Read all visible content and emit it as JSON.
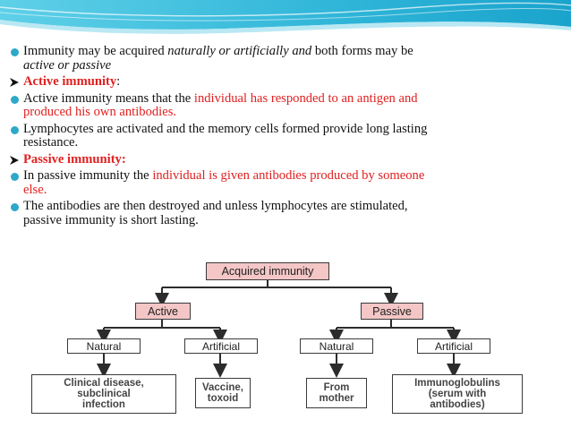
{
  "bullets": [
    {
      "type": "dot",
      "segments": [
        {
          "text": "Immunity may be acquired ",
          "style": ""
        },
        {
          "text": "naturally or artificially and",
          "style": "it"
        },
        {
          "text": " both forms may be",
          "style": ""
        }
      ],
      "line2": [
        {
          "text": "active or passive",
          "style": "it"
        }
      ]
    },
    {
      "type": "arrow",
      "segments": [
        {
          "text": "Active immunity",
          "style": "red bold"
        },
        {
          "text": ":",
          "style": ""
        }
      ]
    },
    {
      "type": "dot",
      "segments": [
        {
          "text": "Active immunity means that the ",
          "style": ""
        },
        {
          "text": "individual has responded to an antigen and",
          "style": "red"
        }
      ],
      "line2": [
        {
          "text": "produced his own antibodies.",
          "style": "red"
        }
      ]
    },
    {
      "type": "dot",
      "segments": [
        {
          "text": "Lymphocytes are activated and the memory cells formed provide long lasting",
          "style": ""
        }
      ],
      "line2": [
        {
          "text": "resistance.",
          "style": ""
        }
      ]
    },
    {
      "type": "arrow",
      "segments": [
        {
          "text": "Passive immunity:",
          "style": "red bold"
        }
      ]
    },
    {
      "type": "dot",
      "segments": [
        {
          "text": "In passive immunity the ",
          "style": ""
        },
        {
          "text": "individual is given antibodies produced by someone",
          "style": "red"
        }
      ],
      "line2": [
        {
          "text": "else.",
          "style": "red"
        }
      ]
    },
    {
      "type": "dot",
      "segments": [
        {
          "text": "The antibodies are then destroyed and unless lymphocytes are stimulated,",
          "style": ""
        }
      ],
      "line2": [
        {
          "text": "passive immunity is short lasting.",
          "style": ""
        }
      ]
    }
  ],
  "diagram": {
    "root": "Acquired immunity",
    "active": "Active",
    "passive": "Passive",
    "natural_1": "Natural",
    "artificial_1": "Artificial",
    "natural_2": "Natural",
    "artificial_2": "Artificial",
    "leaf_1": [
      "Clinical disease,",
      "subclinical",
      "infection"
    ],
    "leaf_2": [
      "Vaccine,",
      "toxoid"
    ],
    "leaf_3": [
      "From",
      "mother"
    ],
    "leaf_4": [
      "Immunoglobulins",
      "(serum with",
      "antibodies)"
    ]
  },
  "colors": {
    "accent": "#2ea8c9",
    "highlight": "#e02020",
    "box_fill": "#f4c6c6"
  }
}
